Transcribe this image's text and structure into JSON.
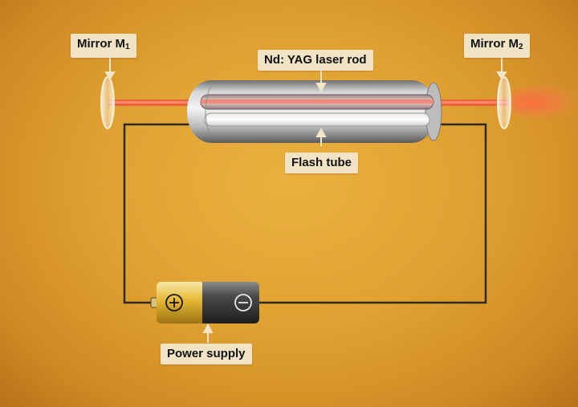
{
  "labels": {
    "mirror1_text": "Mirror M",
    "mirror1_sub": "1",
    "mirror2_text": "Mirror M",
    "mirror2_sub": "2",
    "rod": "Nd: YAG laser rod",
    "flash_tube": "Flash tube",
    "power_supply": "Power supply"
  },
  "battery": {
    "positive_symbol": "⊕",
    "negative_symbol": "⊖"
  },
  "colors": {
    "background": "#e0a232",
    "laser_beam": "#f05a3c",
    "wire": "#2f2a22",
    "label_bg": "#f1e3c3",
    "battery_positive": "#e2b533",
    "battery_negative": "#3a3a3a"
  }
}
